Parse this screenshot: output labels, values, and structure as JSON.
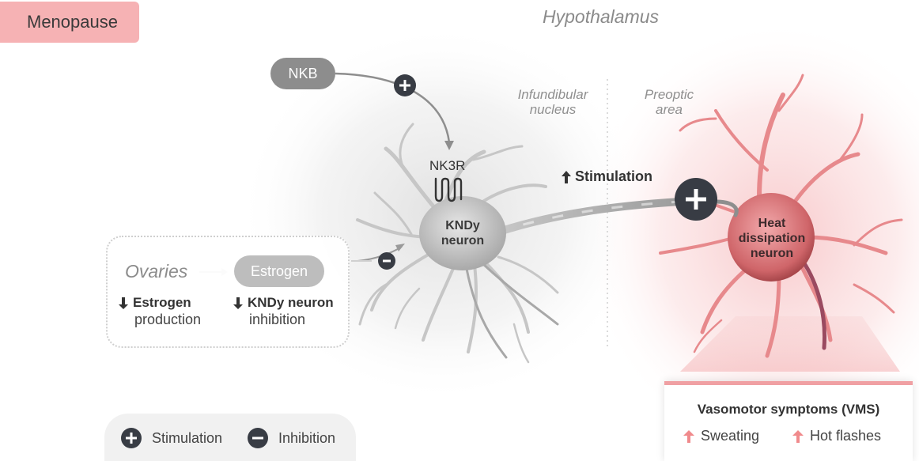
{
  "tag": {
    "label": "Menopause"
  },
  "regions": {
    "title": "Hypothalamus",
    "infundibular": [
      "Infundibular",
      "nucleus"
    ],
    "preoptic": [
      "Preoptic",
      "area"
    ]
  },
  "nkb": {
    "label": "NKB"
  },
  "receptor": {
    "label": "NK3R"
  },
  "knd_neuron": {
    "lines": [
      "KNDy",
      "neuron"
    ]
  },
  "heat_neuron": {
    "lines": [
      "Heat",
      "dissipation",
      "neuron"
    ]
  },
  "stimulation_label": "Stimulation",
  "ovary_box": {
    "source": "Ovaries",
    "hormone": "Estrogen",
    "effects": [
      {
        "bold": "Estrogen",
        "sub": "production"
      },
      {
        "bold": "KNDy neuron",
        "sub": "inhibition"
      }
    ]
  },
  "legend": {
    "items": [
      {
        "symbol": "+",
        "label": "Stimulation"
      },
      {
        "symbol": "−",
        "label": "Inhibition"
      }
    ]
  },
  "vms": {
    "title": "Vasomotor symptoms (VMS)",
    "items": [
      "Sweating",
      "Hot flashes"
    ]
  },
  "colors": {
    "tag": "#f6b2b4",
    "symbol_dark": "#383c44",
    "knd_neuron": "#bcbcbc",
    "heat_neuron": "#e07a7e",
    "vms_accent": "#f0a0a3",
    "arrow_up_vms": "#f08a8c"
  },
  "icons": {
    "up_arrow": "arrow-up-icon",
    "down_arrow": "arrow-down-icon",
    "receptor": "receptor-coil-icon"
  }
}
